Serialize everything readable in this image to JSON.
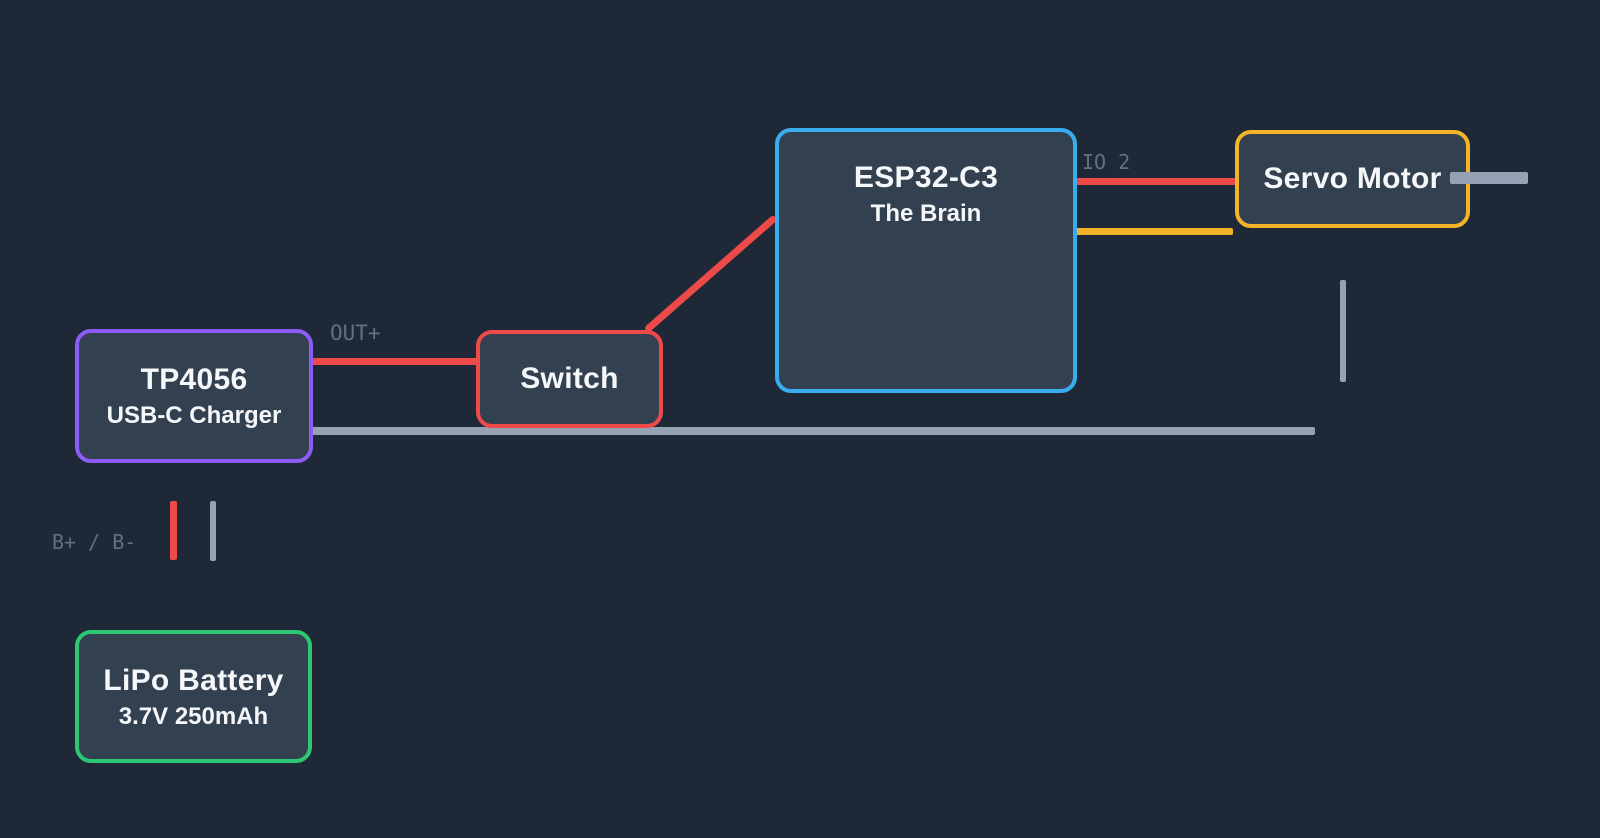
{
  "diagram": {
    "type": "wiring-diagram",
    "theme": "dark"
  },
  "colors": {
    "background": "#1e2836",
    "node_fill": "#33404f",
    "node_text": "#f5f7fa",
    "label_text": "#636f82",
    "purple_border": "#8b5cf6",
    "red_wire": "#ee4a4a",
    "cyan_border": "#3aadee",
    "yellow_wire": "#f3b32b",
    "green_border": "#2dc673",
    "gray_wire": "#94a2b4"
  },
  "nodes": {
    "tp4056": {
      "title": "TP4056",
      "subtitle": "USB-C Charger"
    },
    "switch": {
      "title": "Switch"
    },
    "esp32": {
      "title": "ESP32-C3",
      "subtitle": "The Brain"
    },
    "servo": {
      "title": "Servo Motor"
    },
    "lipo": {
      "title": "LiPo Battery",
      "subtitle": "3.7V 250mAh"
    }
  },
  "wire_labels": {
    "out_plus": "OUT+",
    "io2": "IO 2",
    "battery_terminals": "B+ / B-"
  }
}
